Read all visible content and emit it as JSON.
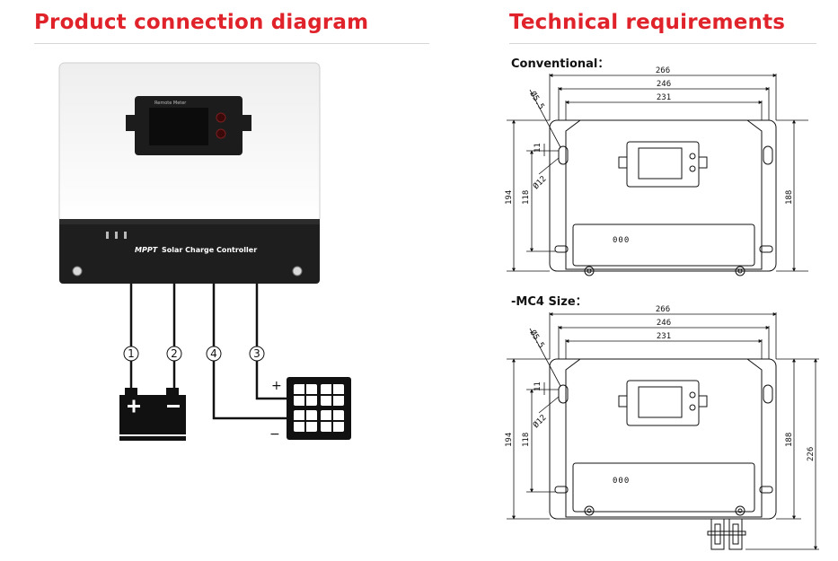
{
  "headers": {
    "left_title": "Product connection diagram",
    "right_title": "Technical requirements"
  },
  "controller": {
    "brand_label": "MPPT",
    "product_label": "Solar Charge Controller",
    "meter_label": "Remote Meter"
  },
  "connections": {
    "terminals": [
      "1",
      "2",
      "4",
      "3"
    ],
    "plus_sign": "+",
    "minus_sign": "−"
  },
  "icons": {
    "battery": "battery-icon",
    "solar_panel": "solar-panel-icon"
  },
  "drawings": {
    "conventional": {
      "label": "Conventional：",
      "width_outer": "266",
      "width_mid": "246",
      "width_inner": "231",
      "hole_dia": "Ø5.5",
      "hole_small": "Ø12",
      "offset_small": "11",
      "height_mount": "118",
      "height_total": "194",
      "height_right": "188",
      "indicator": "000"
    },
    "mc4": {
      "label": "-MC4 Size：",
      "width_outer": "266",
      "width_mid": "246",
      "width_inner": "231",
      "hole_dia": "Ø5.5",
      "hole_small": "Ø12",
      "offset_small": "11",
      "height_mount": "118",
      "height_total": "194",
      "height_right": "188",
      "height_with_connectors": "226",
      "indicator": "000"
    }
  }
}
